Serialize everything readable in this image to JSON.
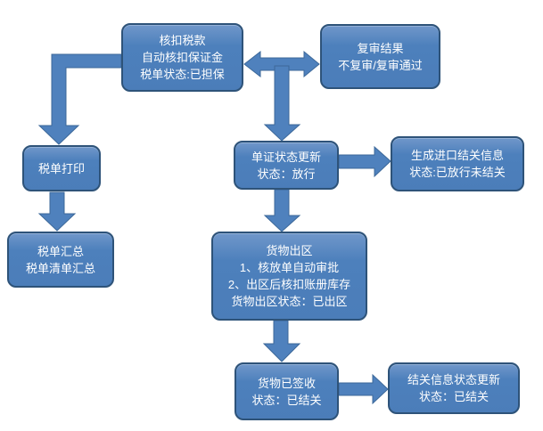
{
  "diagram": {
    "type": "flowchart",
    "language": "zh-CN",
    "colors": {
      "node_fill": "#4d80bc",
      "node_fill_highlight": "#7097ca",
      "node_border": "#2e5379",
      "arrow_fill": "#4f81bd",
      "text": "#ffffff",
      "background": "#ffffff"
    }
  },
  "nodes": {
    "deduct_tax": {
      "lines": [
        "核扣税款",
        "自动核扣保证金",
        "税单状态:已担保"
      ]
    },
    "review_result": {
      "lines": [
        "复审结果",
        "不复审/复审通过"
      ]
    },
    "tax_print": {
      "lines": [
        "税单打印"
      ]
    },
    "tax_summary": {
      "lines": [
        "税单汇总",
        "税单清单汇总"
      ]
    },
    "doc_status": {
      "lines": [
        "单证状态更新",
        "状态：放行"
      ]
    },
    "gen_import_closure": {
      "lines": [
        "生成进口结关信息",
        "状态:已放行未结关"
      ]
    },
    "goods_exit": {
      "lines": [
        "货物出区",
        "1、核放单自动审批",
        "2、出区后核扣账册库存",
        "货物出区状态：已出区"
      ]
    },
    "goods_signed": {
      "lines": [
        "货物已签收",
        "状态：已结关"
      ]
    },
    "closure_status_update": {
      "lines": [
        "结关信息状态更新",
        "状态：已结关"
      ]
    }
  },
  "connectors": [
    {
      "from": "deduct_tax",
      "to": "review_result",
      "head": "double",
      "shape": "straight"
    },
    {
      "from": "deduct_tax",
      "to": "tax_print",
      "head": "single",
      "shape": "elbow"
    },
    {
      "from": "tax_print",
      "to": "tax_summary",
      "head": "single",
      "shape": "straight"
    },
    {
      "from": "deduct_tax_review_link",
      "to": "doc_status",
      "head": "single",
      "shape": "straight"
    },
    {
      "from": "doc_status",
      "to": "gen_import_closure",
      "head": "single",
      "shape": "straight"
    },
    {
      "from": "doc_status",
      "to": "goods_exit",
      "head": "single",
      "shape": "straight"
    },
    {
      "from": "goods_exit",
      "to": "goods_signed",
      "head": "single",
      "shape": "straight"
    },
    {
      "from": "goods_signed",
      "to": "closure_status_update",
      "head": "single",
      "shape": "straight"
    }
  ]
}
